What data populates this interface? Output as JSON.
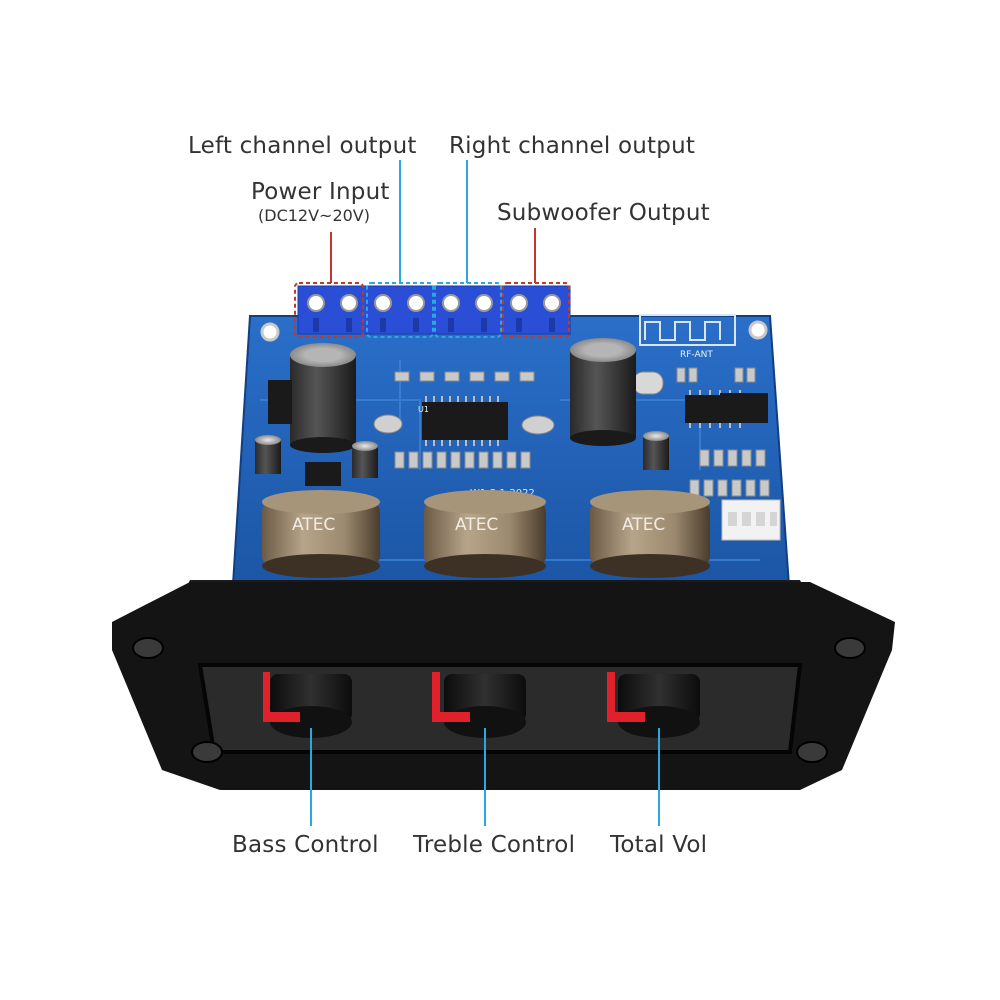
{
  "labels": {
    "left_channel": "Left channel output",
    "right_channel": "Right channel output",
    "power_input": "Power Input",
    "power_range": "(DC12V~20V)",
    "subwoofer": "Subwoofer Output",
    "bass": "Bass Control",
    "treble": "Treble Control",
    "total_vol": "Total Vol"
  },
  "board": {
    "pot_brand": "ATEC",
    "rf_label": "RF-ANT",
    "model_text": "W1-2.1-2022",
    "chip_label": "U1"
  },
  "colors": {
    "pcb": "#1f5fb5",
    "terminal": "#2a4fd6",
    "power_marker": "#c0392b",
    "channel_marker": "#29a9e0",
    "bezel": "#141414",
    "knob_indicator": "#e0202a"
  }
}
